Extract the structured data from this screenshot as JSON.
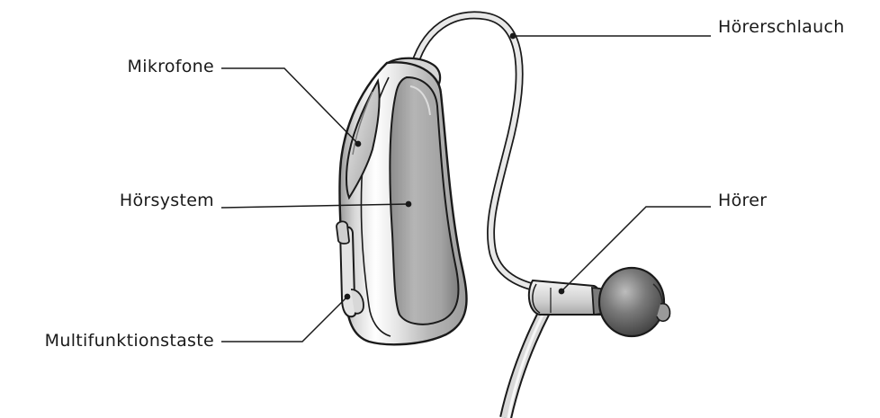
{
  "labels": {
    "microphones": "Mikrofone",
    "hearing_system": "Hörsystem",
    "multifunction_button": "Multifunktionstaste",
    "receiver_tube": "Hörerschlauch",
    "receiver": "Hörer"
  },
  "colors": {
    "line": "#1a1a1a",
    "device_light": "#f2f2f2",
    "device_mid": "#bdbdbd",
    "device_dark": "#8e8e8e",
    "dome_dark": "#555555"
  }
}
